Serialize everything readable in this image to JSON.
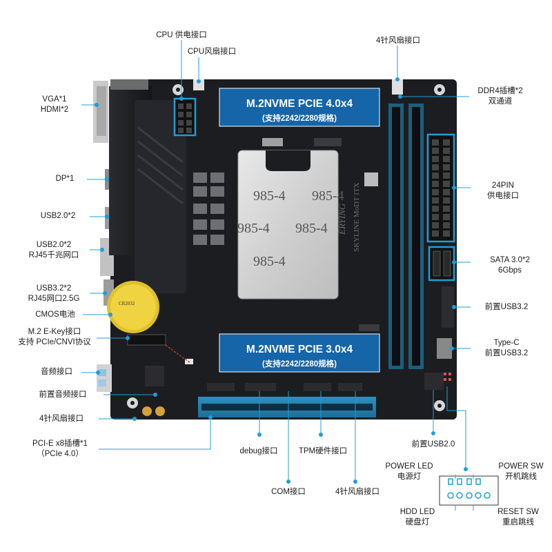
{
  "labels": {
    "cpu_power": "CPU 供电接口",
    "cpu_fan": "CPU风扇接口",
    "fan4_top": "4针风扇接口",
    "vga": "VGA*1",
    "hdmi": "HDMI*2",
    "ddr4": "DDR4插槽*2",
    "dual_channel": "双通道",
    "dp": "DP*1",
    "pin24": "24PIN",
    "pin24_sub": "供电接口",
    "usb20_a": "USB2.0*2",
    "usb20_b": "USB2.0*2",
    "rj45_1g": "RJ45千兆网口",
    "sata": "SATA 3.0*2",
    "sata_speed": "6Gbps",
    "usb32_a": "USB3.2*2",
    "rj45_25g": "RJ45网口2.5G",
    "front_usb32": "前置USB3.2",
    "cmos": "CMOS电池",
    "m2_ekey": "M.2 E-Key接口",
    "m2_ekey_sub": "支持 PCIe/CNVI协议",
    "typec": "Type-C",
    "typec_sub": "前置USB3.2",
    "audio": "音频接口",
    "front_audio": "前置音频接口",
    "fan4_left": "4针风扇接口",
    "pcie": "PCI-E x8插槽*1",
    "pcie_sub": "（PCIe 4.0）",
    "front_usb20": "前置USB2.0",
    "debug": "debug接口",
    "tpm": "TPM硬件接口",
    "power_led": "POWER LED",
    "power_led_sub": "电源灯",
    "power_sw": "POWER SW",
    "power_sw_sub": "开机跳线",
    "com": "COM接口",
    "fan4_bottom": "4针风扇接口",
    "hdd_led": "HDD LED",
    "hdd_led_sub": "硬盘灯",
    "reset_sw": "RESET SW",
    "reset_sw_sub": "重启跳线"
  },
  "m2_top": {
    "title": "M.2NVME PCIE 4.0x4",
    "subtitle": "(支持2242/2280规格)"
  },
  "m2_bottom": {
    "title": "M.2NVME PCIE 3.0x4",
    "subtitle": "(支持2242/2280规格)"
  },
  "board": {
    "watermark": "985-4",
    "brand_vertical": "ERYING",
    "model_vertical": "SKYLINE MoDT ITX",
    "battery_text": "CR2032"
  },
  "colors": {
    "accent": "#1f9ed8",
    "board": "#1c1d21",
    "m2_label": "#1565a8"
  }
}
